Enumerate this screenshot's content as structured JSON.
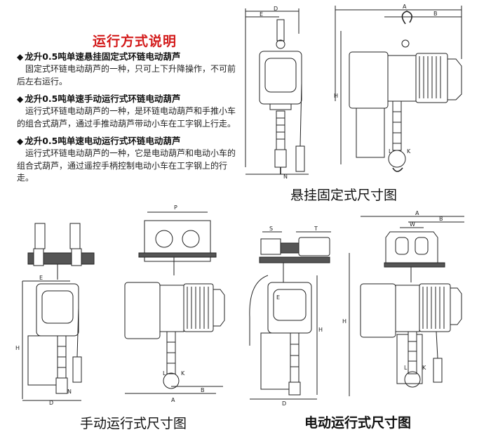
{
  "title": "运行方式说明",
  "sections": [
    {
      "heading": "龙升0.5吨单速悬挂固定式环链电动葫芦",
      "lines": [
        "固定式环链电动葫芦的一种，只可上下升降操作，不可前",
        "后左右运行。"
      ]
    },
    {
      "heading": "龙升0.5吨单速手动运行式环链电动葫芦",
      "lines": [
        "运行式环链电动葫芦的一种，是环链电动葫芦和手推小车",
        "的组合式葫芦，通过手推动葫芦带动小车在工字钢上行走。"
      ]
    },
    {
      "heading": "龙升0.5吨单速电动运行式环链电动葫芦",
      "lines": [
        "运行式环链电动葫芦的一种，它是电动葫芦和电动小车的",
        "组合式葫芦，通过遥控手柄控制电动小车在工字钢上的行",
        "走。"
      ]
    }
  ],
  "bullet": "◆",
  "captions": {
    "hang": "悬挂固定式尺寸图",
    "manual": "手动运行式尺寸图",
    "electric": "电动运行式尺寸图"
  },
  "dim_labels": {
    "hang": {
      "d": "D",
      "e": "E",
      "a": "A",
      "b": "B",
      "h": "H",
      "l": "L",
      "k": "K",
      "n": "N"
    },
    "manual_side": {
      "e": "E",
      "h": "H",
      "d": "D",
      "n": "N"
    },
    "manual_front": {
      "p": "P",
      "a": "A",
      "b": "B",
      "l": "L",
      "k": "K"
    },
    "electric_side": {
      "s": "S",
      "t": "T",
      "e": "E",
      "h": "H",
      "d": "D"
    },
    "electric_front": {
      "a": "A",
      "b": "B",
      "w": "W",
      "h": "H",
      "l": "L",
      "k": "K"
    }
  }
}
